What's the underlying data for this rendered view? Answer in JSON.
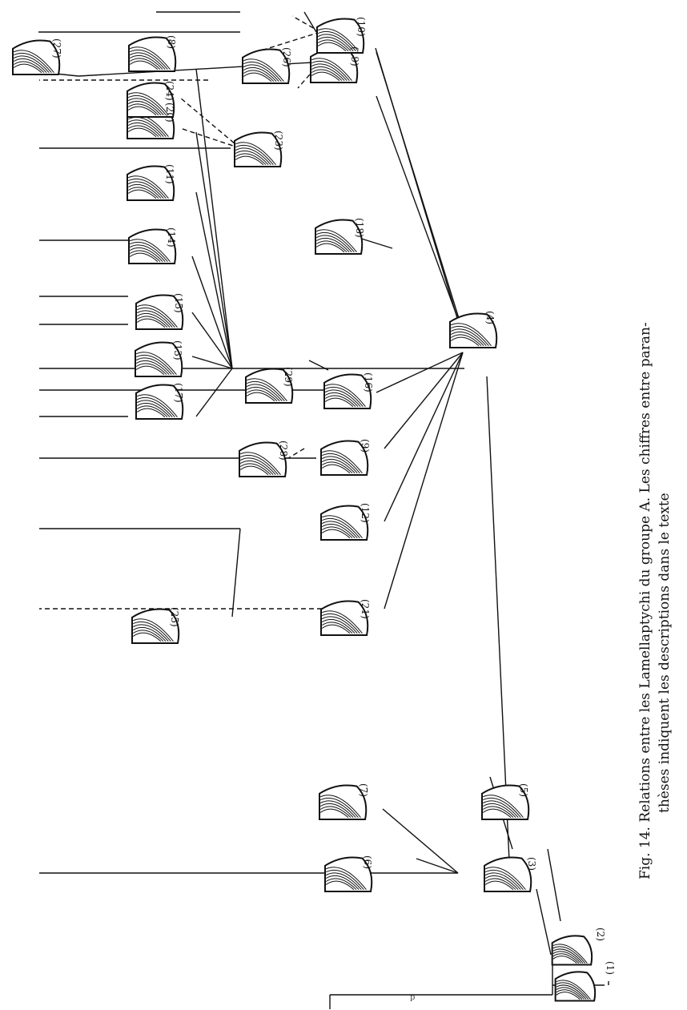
{
  "figure": {
    "caption_line1": "Fig. 14. Relations entre les Lamellaptychi du groupe A. Les chiffres entre paran-",
    "caption_line2": "thèses indiquent les descriptions dans le texte",
    "stray_mark": "p",
    "specimens": [
      {
        "label": "(1)"
      },
      {
        "label": "(2)"
      },
      {
        "label": "(3)"
      },
      {
        "label": "(5)"
      },
      {
        "label": "(6)"
      },
      {
        "label": "(7)"
      },
      {
        "label": "(4)"
      },
      {
        "label": "(21)"
      },
      {
        "label": "(25)"
      },
      {
        "label": "(12)"
      },
      {
        "label": "(28)"
      },
      {
        "label": "(9)"
      },
      {
        "label": "(29)"
      },
      {
        "label": "(16)"
      },
      {
        "label": "(17)"
      },
      {
        "label": "(13)"
      },
      {
        "label": "(15)"
      },
      {
        "label": "(14)"
      },
      {
        "label": "(11)"
      },
      {
        "label": "(20)"
      },
      {
        "label": "(8)"
      },
      {
        "label": "(18)"
      },
      {
        "label": "(26)"
      },
      {
        "label": "(19)"
      },
      {
        "label": "(27)"
      },
      {
        "label": "(24)"
      },
      {
        "label": "(23)"
      },
      {
        "label": "(10)"
      }
    ]
  },
  "colors": {
    "ink": "#111111",
    "paper": "#ffffff"
  }
}
